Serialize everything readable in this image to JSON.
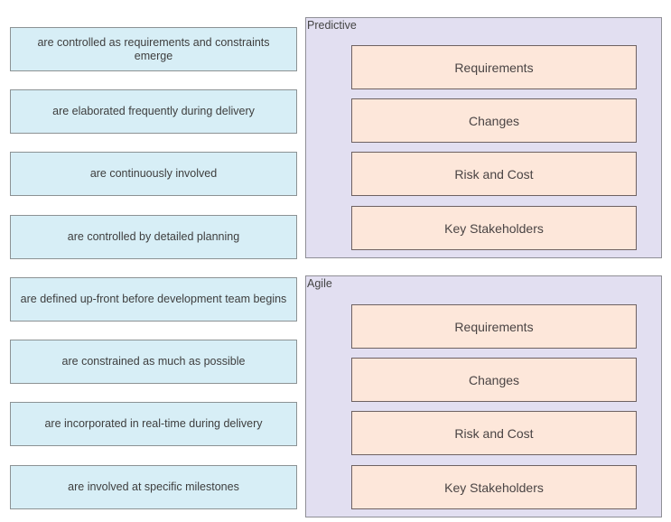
{
  "options": [
    {
      "label": "are controlled as requirements and constraints emerge"
    },
    {
      "label": "are elaborated frequently during delivery"
    },
    {
      "label": "are continuously involved"
    },
    {
      "label": "are controlled by detailed planning"
    },
    {
      "label": "are defined up-front before development team begins"
    },
    {
      "label": "are constrained as much as possible"
    },
    {
      "label": "are incorporated in real-time during delivery"
    },
    {
      "label": "are involved at specific milestones"
    }
  ],
  "containers": [
    {
      "title": "Predictive",
      "targets": [
        {
          "label": "Requirements"
        },
        {
          "label": "Changes"
        },
        {
          "label": "Risk and Cost"
        },
        {
          "label": "Key Stakeholders"
        }
      ]
    },
    {
      "title": "Agile",
      "targets": [
        {
          "label": "Requirements"
        },
        {
          "label": "Changes"
        },
        {
          "label": "Risk and Cost"
        },
        {
          "label": "Key Stakeholders"
        }
      ]
    }
  ],
  "colors": {
    "option_bg": "#d7eef6",
    "container_bg": "#e2dff1",
    "target_bg": "#fde7da"
  }
}
